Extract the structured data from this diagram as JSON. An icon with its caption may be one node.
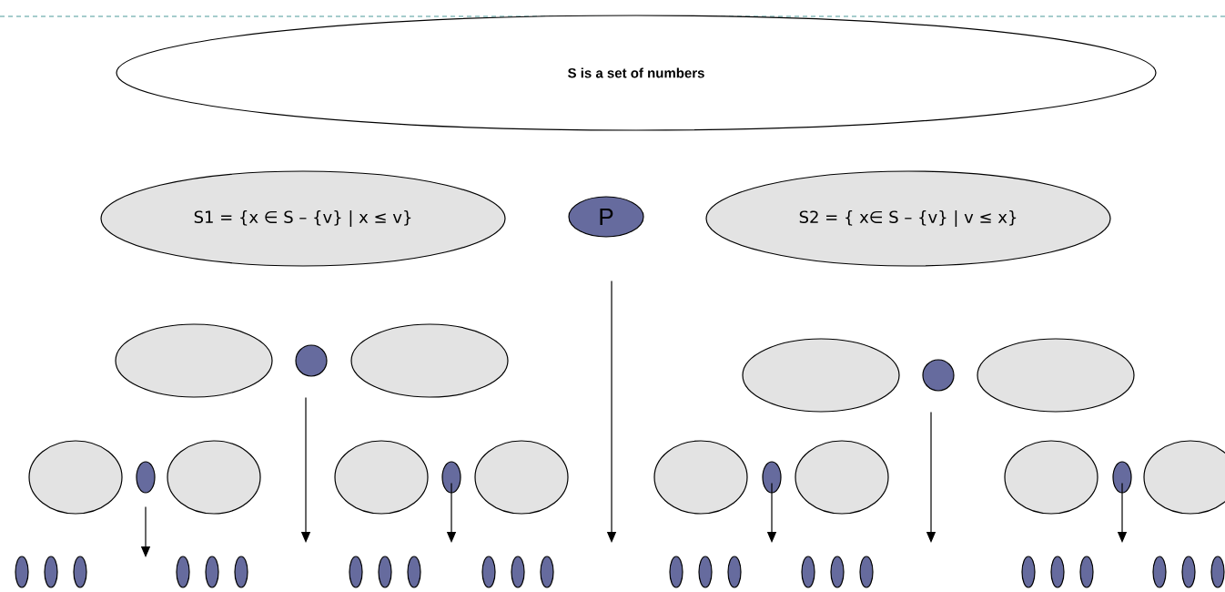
{
  "diagram": {
    "nodes": [
      {
        "text": [
          "S is a set of numbers"
        ]
      },
      {
        "text": [
          "S1 = {x ∈ S – {v} | x ≤ v}"
        ]
      },
      {
        "text": [
          "P"
        ]
      },
      {
        "text": [
          "S2 = { x∈ S – {v} | v ≤ x}"
        ]
      },
      {
        "text": [],
        "shape": "ellipse"
      },
      {
        "text": [],
        "shape": "circle"
      },
      {
        "text": [],
        "shape": "ellipse"
      },
      {
        "text": [],
        "shape": "ellipse"
      },
      {
        "text": [],
        "shape": "circle"
      },
      {
        "text": [],
        "shape": "ellipse"
      },
      {
        "text": [],
        "shape": "ellipse"
      },
      {
        "text": [],
        "shape": "circle"
      },
      {
        "text": [],
        "shape": "ellipse"
      },
      {
        "text": [],
        "shape": "ellipse"
      },
      {
        "text": [],
        "shape": "circle"
      },
      {
        "text": [],
        "shape": "ellipse"
      },
      {
        "text": [],
        "shape": "ellipse"
      },
      {
        "text": [],
        "shape": "circle"
      },
      {
        "text": [],
        "shape": "ellipse"
      },
      {
        "text": [],
        "shape": "ellipse"
      },
      {
        "text": [],
        "shape": "circle"
      },
      {
        "text": [],
        "shape": "ellipse"
      },
      {
        "text": [],
        "shape": "circle"
      },
      {
        "text": [],
        "shape": "circle"
      },
      {
        "text": [],
        "shape": "circle"
      },
      {
        "text": [],
        "shape": "circle"
      },
      {
        "text": [],
        "shape": "circle"
      },
      {
        "text": [],
        "shape": "circle"
      },
      {
        "text": [],
        "shape": "circle"
      },
      {
        "text": [],
        "shape": "circle"
      },
      {
        "text": [],
        "shape": "circle"
      },
      {
        "text": [],
        "shape": "circle"
      },
      {
        "text": [],
        "shape": "circle"
      },
      {
        "text": [],
        "shape": "circle"
      },
      {
        "text": [],
        "shape": "circle"
      },
      {
        "text": [],
        "shape": "circle"
      },
      {
        "text": [],
        "shape": "circle"
      },
      {
        "text": [],
        "shape": "circle"
      },
      {
        "text": [],
        "shape": "circle"
      },
      {
        "text": [],
        "shape": "circle"
      },
      {
        "text": [],
        "shape": "circle"
      },
      {
        "text": [],
        "shape": "circle"
      },
      {
        "text": [],
        "shape": "circle"
      },
      {
        "text": [],
        "shape": "circle"
      },
      {
        "text": [],
        "shape": "circle"
      },
      {
        "text": [],
        "shape": "circle"
      }
    ],
    "edges": [
      {
        "from": 11,
        "to": null,
        "arrow": "to"
      },
      {
        "from": 5,
        "to": null,
        "arrow": "to"
      },
      {
        "from": 14,
        "to": null,
        "arrow": "to"
      },
      {
        "from": 2,
        "to": null,
        "arrow": "to"
      },
      {
        "from": 17,
        "to": null,
        "arrow": "to"
      },
      {
        "from": 8,
        "to": null,
        "arrow": "to"
      },
      {
        "from": 20,
        "to": null,
        "arrow": "to"
      }
    ]
  }
}
